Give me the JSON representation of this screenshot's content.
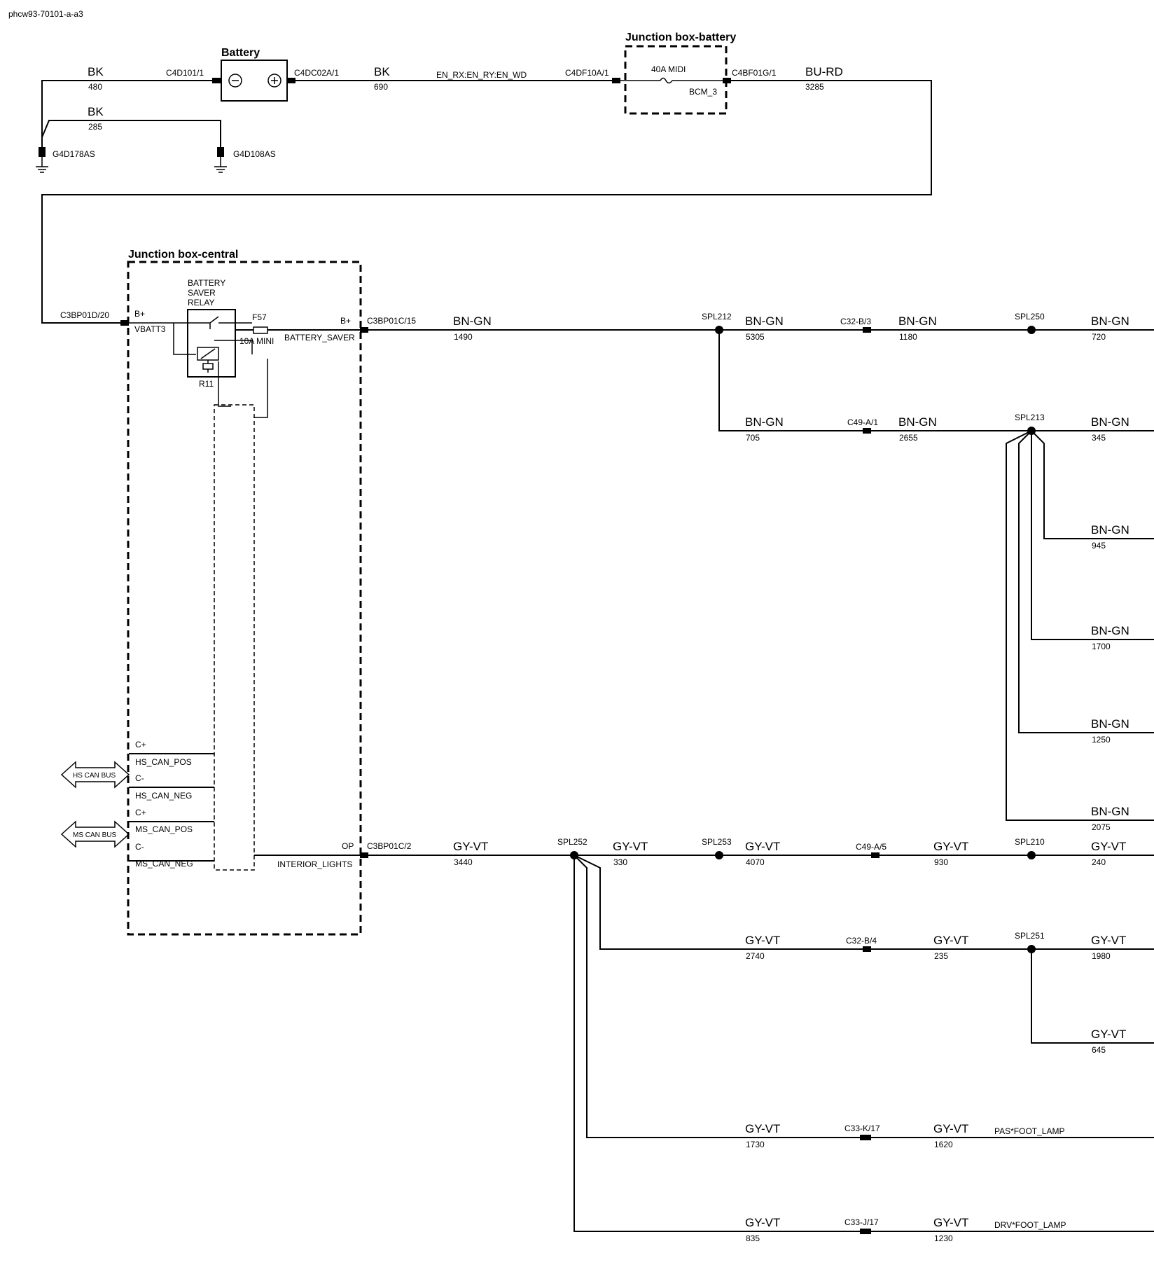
{
  "figure_id": "phcw93-70101-a-a3",
  "boxes": {
    "battery": "Battery",
    "jb_battery": "Junction box-battery",
    "jb_central": "Junction box-central"
  },
  "top": {
    "wire_bk1": "BK",
    "wire_bk1_num": "480",
    "wire_bk2": "BK",
    "wire_bk2_num": "285",
    "ground1": "G4D178AS",
    "ground2": "G4D108AS",
    "c_batt_neg": "C4D101/1",
    "c_batt_pos": "C4DC02A/1",
    "wire_bk3": "BK",
    "wire_bk3_num": "690",
    "net_label": "EN_RX:EN_RY:EN_WD",
    "c_jbb_in": "C4DF10A/1",
    "fuse_midi": "40A MIDI",
    "bcm": "BCM_3",
    "c_jbb_out": "C4BF01G/1",
    "wire_burd": "BU-RD",
    "wire_burd_num": "3285"
  },
  "central": {
    "relay_l1": "BATTERY",
    "relay_l2": "SAVER",
    "relay_l3": "RELAY",
    "relay_ref": "R11",
    "fuse": "F57",
    "fuse_rating": "10A MINI",
    "c_in": "C3BP01D/20",
    "pin_in": "B+",
    "pin_in_name": "VBATT3",
    "pin_out": "B+",
    "pin_out_name": "BATTERY_SAVER",
    "c_out": "C3BP01C/15",
    "can_cp1": "C+",
    "can_hs_pos": "HS_CAN_POS",
    "can_cn1": "C-",
    "can_hs_neg": "HS_CAN_NEG",
    "can_cp2": "C+",
    "can_ms_pos": "MS_CAN_POS",
    "can_cn2": "C-",
    "can_ms_neg": "MS_CAN_NEG",
    "hs_bus": "HS CAN BUS",
    "ms_bus": "MS CAN BUS",
    "pin_op": "OP",
    "pin_op_name": "INTERIOR_LIGHTS",
    "c_op": "C3BP01C/2"
  },
  "bn": {
    "w1": "BN-GN",
    "w1n": "1490",
    "spl212": "SPL212",
    "w2": "BN-GN",
    "w2n": "5305",
    "c1": "C32-B/3",
    "w3": "BN-GN",
    "w3n": "1180",
    "spl250": "SPL250",
    "w4": "BN-GN",
    "w4n": "720",
    "w5": "BN-GN",
    "w5n": "705",
    "c2": "C49-A/1",
    "w6": "BN-GN",
    "w6n": "2655",
    "spl213": "SPL213",
    "w7": "BN-GN",
    "w7n": "345",
    "w8": "BN-GN",
    "w8n": "945",
    "w9": "BN-GN",
    "w9n": "1700",
    "w10": "BN-GN",
    "w10n": "1250",
    "w11": "BN-GN",
    "w11n": "2075"
  },
  "gy": {
    "w1": "GY-VT",
    "w1n": "3440",
    "spl252": "SPL252",
    "w2": "GY-VT",
    "w2n": "330",
    "spl253": "SPL253",
    "w3": "GY-VT",
    "w3n": "4070",
    "c1": "C49-A/5",
    "w4": "GY-VT",
    "w4n": "930",
    "spl210": "SPL210",
    "w5": "GY-VT",
    "w5n": "240",
    "w6": "GY-VT",
    "w6n": "2740",
    "c2": "C32-B/4",
    "w7": "GY-VT",
    "w7n": "235",
    "spl251": "SPL251",
    "w8": "GY-VT",
    "w8n": "1980",
    "w9": "GY-VT",
    "w9n": "645",
    "w10": "GY-VT",
    "w10n": "1730",
    "c3": "C33-K/17",
    "w11": "GY-VT",
    "w11n": "1620",
    "pas": "PAS*FOOT_LAMP",
    "w12": "GY-VT",
    "w12n": "835",
    "c4": "C33-J/17",
    "w13": "GY-VT",
    "w13n": "1230",
    "drv": "DRV*FOOT_LAMP"
  }
}
